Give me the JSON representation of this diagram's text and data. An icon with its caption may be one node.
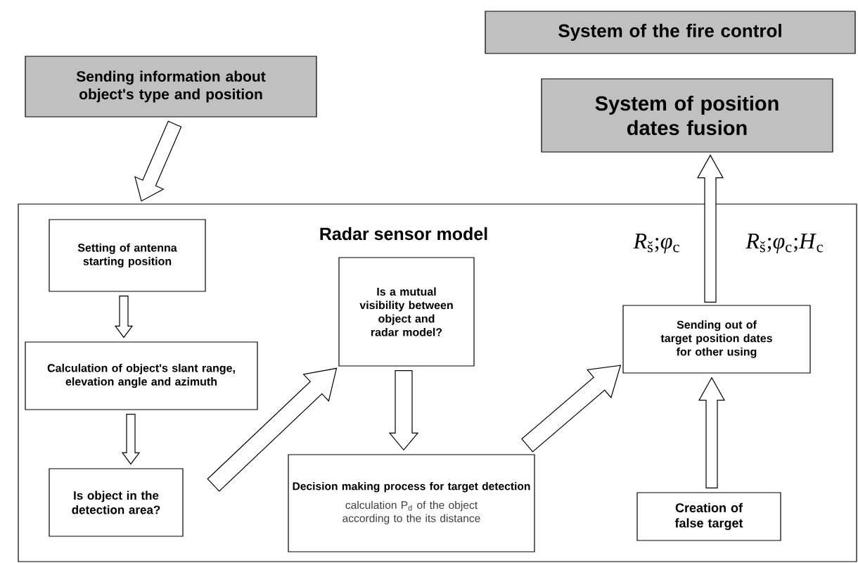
{
  "diagram": {
    "nodes": [
      {
        "text": [
          "System of the fire control"
        ]
      },
      {
        "text": [
          "Sending information about object's type and position"
        ]
      },
      {
        "text": [
          "System of position dates fusion"
        ]
      },
      {
        "text": [
          "Radar sensor model"
        ]
      },
      {
        "text": [
          "Setting of antenna starting position"
        ],
        "in": 3
      },
      {
        "text": [
          "Calculation of object's slant range, elevation angle and azimuth"
        ],
        "in": 3
      },
      {
        "text": [
          "Is object in the detection area?"
        ],
        "in": 3
      },
      {
        "text": [
          "Is a mutual visibility between object and radar model?"
        ],
        "in": 3
      },
      {
        "text": [
          "Decision making process for target detection",
          "calculation P$_{d}$ of the object according to the its distance"
        ],
        "in": 3
      },
      {
        "text": [
          "Sending out of target position dates for other using"
        ],
        "in": 3
      },
      {
        "text": [
          "Creation of false target"
        ],
        "in": 3
      }
    ],
    "edges": [
      {
        "from": 1,
        "to": 3,
        "arrow": "to"
      },
      {
        "from": 4,
        "to": 5,
        "arrow": "to"
      },
      {
        "from": 5,
        "to": 6,
        "arrow": "to"
      },
      {
        "from": 6,
        "to": 7,
        "arrow": "to"
      },
      {
        "from": 7,
        "to": 8,
        "arrow": "to"
      },
      {
        "from": 8,
        "to": 9,
        "arrow": "to"
      },
      {
        "from": 10,
        "to": 9,
        "arrow": "to"
      },
      {
        "from": 9,
        "to": 2,
        "arrow": "to"
      }
    ],
    "labels": [
      "*R*$_{š}$;*φ*$_{c}$",
      "*R*$_{š}$;*φ*$_{c}$;*H*$_{c}$"
    ]
  }
}
